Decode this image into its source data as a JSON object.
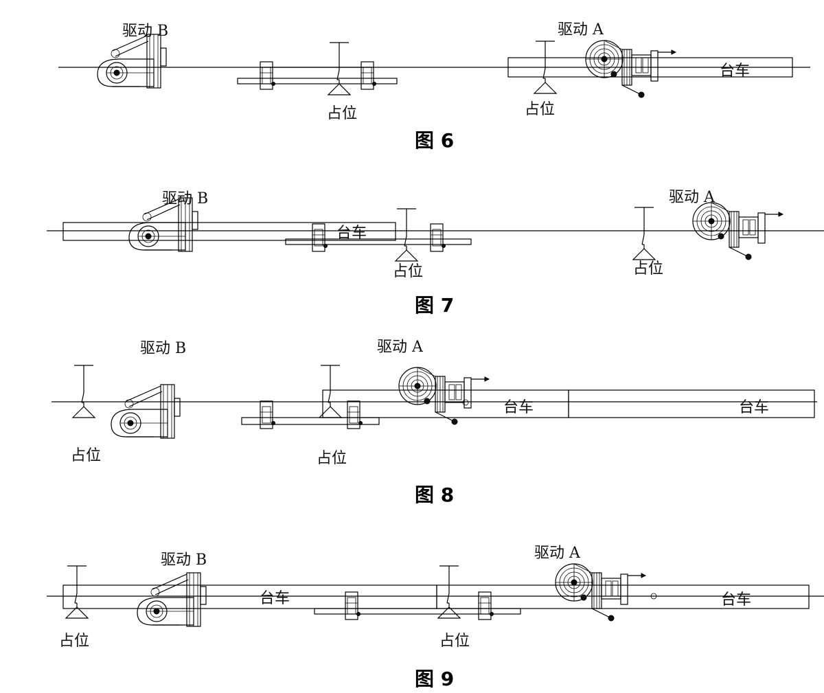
{
  "figures": [
    {
      "caption": "图 6",
      "drive_b": "驱动 B",
      "drive_a": "驱动 A",
      "positions": [
        "占位",
        "占位"
      ],
      "carts": [
        "台车"
      ]
    },
    {
      "caption": "图 7",
      "drive_b": "驱动 B",
      "drive_a": "驱动 A",
      "positions": [
        "占位",
        "占位"
      ],
      "carts": [
        "台车"
      ]
    },
    {
      "caption": "图 8",
      "drive_b": "驱动 B",
      "drive_a": "驱动 A",
      "positions": [
        "占位",
        "占位"
      ],
      "carts": [
        "台车",
        "台车"
      ]
    },
    {
      "caption": "图 9",
      "drive_b": "驱动 B",
      "drive_a": "驱动 A",
      "positions": [
        "占位",
        "占位"
      ],
      "carts": [
        "台车",
        "台车"
      ]
    }
  ]
}
